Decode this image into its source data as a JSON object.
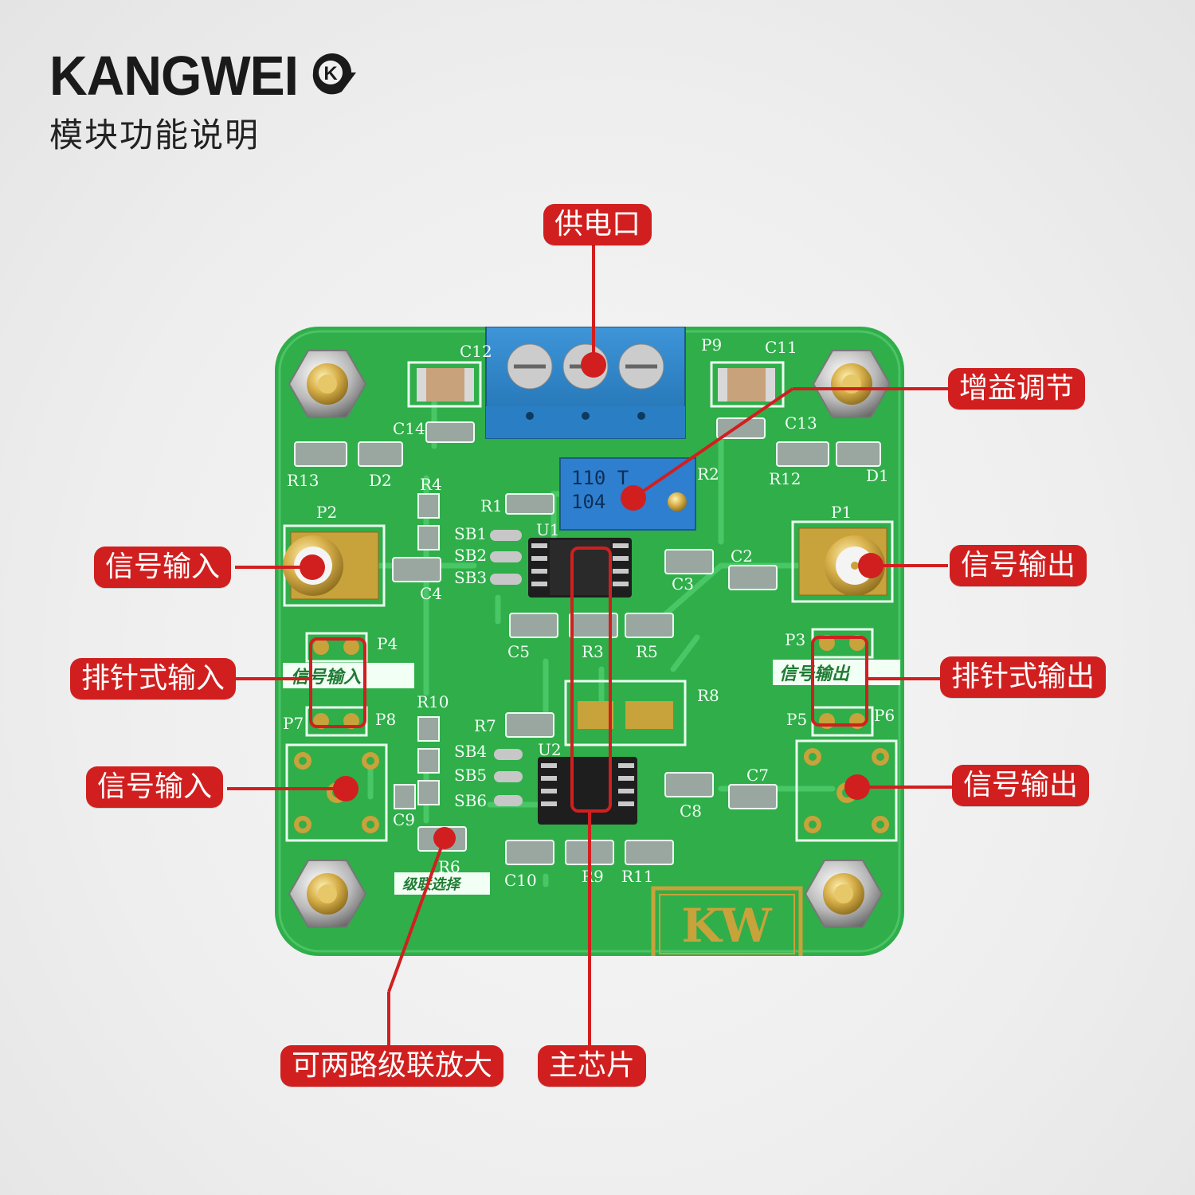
{
  "brand": {
    "name": "KANGWEI",
    "logo_text": "K",
    "subtitle": "模块功能说明"
  },
  "labels": {
    "power": "供电口",
    "gain": "增益调节",
    "signal_in_1": "信号输入",
    "signal_out_1": "信号输出",
    "header_in": "排针式输入",
    "header_out": "排针式输出",
    "signal_in_2": "信号输入",
    "signal_out_2": "信号输出",
    "cascade": "可两路级联放大",
    "main_chip": "主芯片"
  },
  "silkscreen": {
    "c12": "C12",
    "c11": "C11",
    "c14": "C14",
    "c13": "C13",
    "p9": "P9",
    "r13": "R13",
    "d2": "D2",
    "r12": "R12",
    "d1": "D1",
    "r4": "R4",
    "r1": "R1",
    "r2": "R2",
    "p2": "P2",
    "p1": "P1",
    "sb1": "SB1",
    "sb2": "SB2",
    "sb3": "SB3",
    "u1": "U1",
    "c4": "C4",
    "c3": "C3",
    "c2": "C2",
    "c5": "C5",
    "r3": "R3",
    "r5": "R5",
    "p4": "P4",
    "p3": "P3",
    "p7": "P7",
    "p8": "P8",
    "p5": "P5",
    "p6": "P6",
    "r10": "R10",
    "r7": "R7",
    "u2": "U2",
    "r8": "R8",
    "sb4": "SB4",
    "sb5": "SB5",
    "sb6": "SB6",
    "c9": "C9",
    "c8": "C8",
    "c7": "C7",
    "r6": "R6",
    "c10": "C10",
    "r9": "R9",
    "r11": "R11",
    "in_text": "信号输入",
    "out_text": "信号输出",
    "cascade_text": "级联选择",
    "kw": "KW",
    "pot_top": "110 T",
    "pot_bottom": "104"
  },
  "colors": {
    "pcb": "#2fae4a",
    "pcb_light": "#3cc25a",
    "label_red": "#d11f1f",
    "gold": "#c8a23a",
    "terminal_blue": "#2a7fc4"
  }
}
